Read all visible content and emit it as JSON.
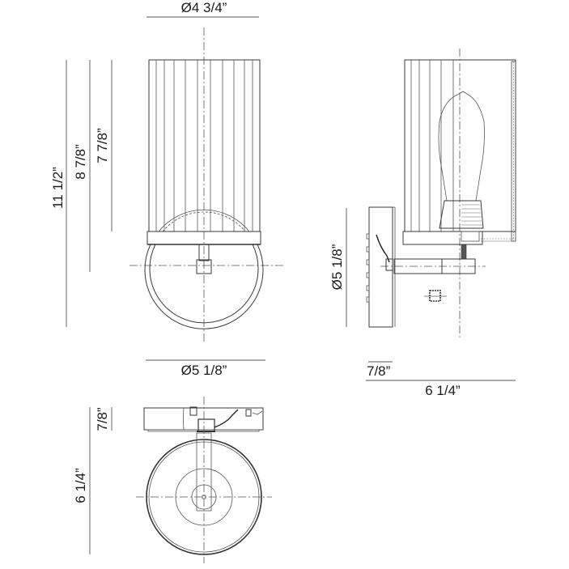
{
  "drawing": {
    "title": "Wall sconce technical dimension drawing",
    "views": [
      "front-view",
      "side-view",
      "top-view"
    ]
  },
  "dimensions": {
    "front_view": {
      "shade_diameter": "Ø4 3/4”",
      "backplate_diameter": "Ø5 1/8”",
      "overall_height": "11 1/2”",
      "height_to_shade_bottom": "8 7/8”",
      "shade_height": "7 7/8”"
    },
    "side_view": {
      "backplate_diameter": "Ø5 1/8”",
      "backplate_depth": "7/8”",
      "overall_extension": "6 1/4”"
    },
    "top_view": {
      "backplate_depth": "7/8”",
      "overall_extension": "6 1/4”"
    }
  }
}
